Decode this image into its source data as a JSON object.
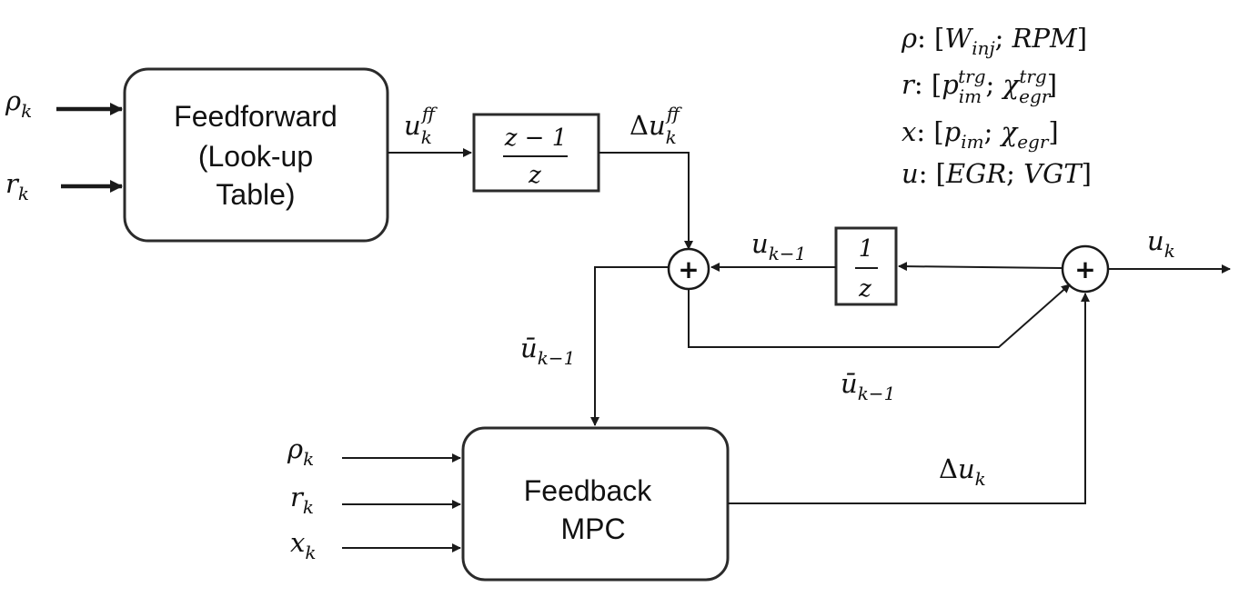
{
  "blocks": {
    "feedforward": {
      "line1": "Feedforward",
      "line2": "(Look-up",
      "line3": "Table)"
    },
    "feedback": {
      "line1": "Feedback",
      "line2": "MPC"
    },
    "difference": {
      "numerator": "z − 1",
      "denominator": "z"
    },
    "delay": {
      "numerator": "1",
      "denominator": "z"
    },
    "sum_symbol": "+"
  },
  "signals": {
    "rho": {
      "base": "ρ",
      "sub": "k"
    },
    "r": {
      "base": "r",
      "sub": "k"
    },
    "x": {
      "base": "x",
      "sub": "k"
    },
    "u_ff": {
      "base": "u",
      "sub": "k",
      "sup": "ff"
    },
    "delta_u_ff": {
      "delta": "Δ",
      "base": "u",
      "sub": "k",
      "sup": "ff"
    },
    "u_prev": {
      "base": "u",
      "sub": "k−1"
    },
    "u_bar_prev": {
      "base": "ū",
      "sub": "k−1"
    },
    "u_out": {
      "base": "u",
      "sub": "k"
    },
    "delta_u": {
      "delta": "Δ",
      "base": "u",
      "sub": "k"
    }
  },
  "legend": [
    {
      "symbol": "ρ",
      "open": ": [",
      "a": "W",
      "a_sub": "inj",
      "sep": "; ",
      "b": "RPM",
      "b_sub": "",
      "close": "]"
    },
    {
      "symbol": "r",
      "open": ": [",
      "a": "p",
      "a_sub": "im",
      "a_sup": "trg",
      "sep": "; ",
      "b": "χ",
      "b_sub": "egr",
      "b_sup": "trg",
      "close": "]"
    },
    {
      "symbol": "x",
      "open": ": [",
      "a": "p",
      "a_sub": "im",
      "sep": "; ",
      "b": "χ",
      "b_sub": "egr",
      "close": "]"
    },
    {
      "symbol": "u",
      "open": ": [",
      "a": "EGR",
      "sep": "; ",
      "b": "VGT",
      "close": "]"
    }
  ]
}
